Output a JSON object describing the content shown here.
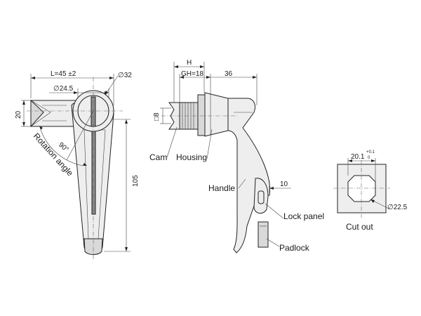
{
  "dimensions": {
    "length": "L=45 ±2",
    "dia_32": "∅32",
    "dia_24_5": "∅24.5",
    "height_20": "20",
    "angle": "90°",
    "rotation_angle": "Rotation angle",
    "length_105": "105",
    "h": "H",
    "gh": "GH=18",
    "width_36": "36",
    "square_8": "□8",
    "width_10": "10",
    "cutout_width": "20.1",
    "tol_plus": "+0.1",
    "tol_minus": "0",
    "dia_22_5": "∅22.5"
  },
  "labels": {
    "cam": "Cam",
    "housing": "Housing",
    "handle": "Handle",
    "lock_panel": "Lock panel",
    "padlock": "Padlock",
    "cut_out": "Cut out"
  }
}
